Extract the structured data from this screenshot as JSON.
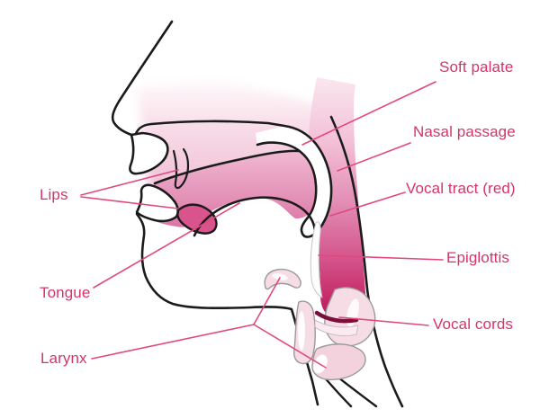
{
  "diagram": {
    "subject": "sagittal-head-vocal-tract",
    "labels": {
      "soft_palate": "Soft palate",
      "nasal_passage": "Nasal passage",
      "vocal_tract": "Vocal tract (red)",
      "epiglottis": "Epiglottis",
      "vocal_cords": "Vocal cords",
      "lips": "Lips",
      "tongue": "Tongue",
      "larynx": "Larynx"
    },
    "colors": {
      "label_text": "#d6336c",
      "leader_line": "#e2487f",
      "outline": "#1b1b1b",
      "tract_light": "#f9dfeb",
      "tract_mid": "#e287b0",
      "tract_deep": "#c21f5d",
      "cartilage_light": "#f6dce5",
      "background": "#ffffff"
    }
  }
}
